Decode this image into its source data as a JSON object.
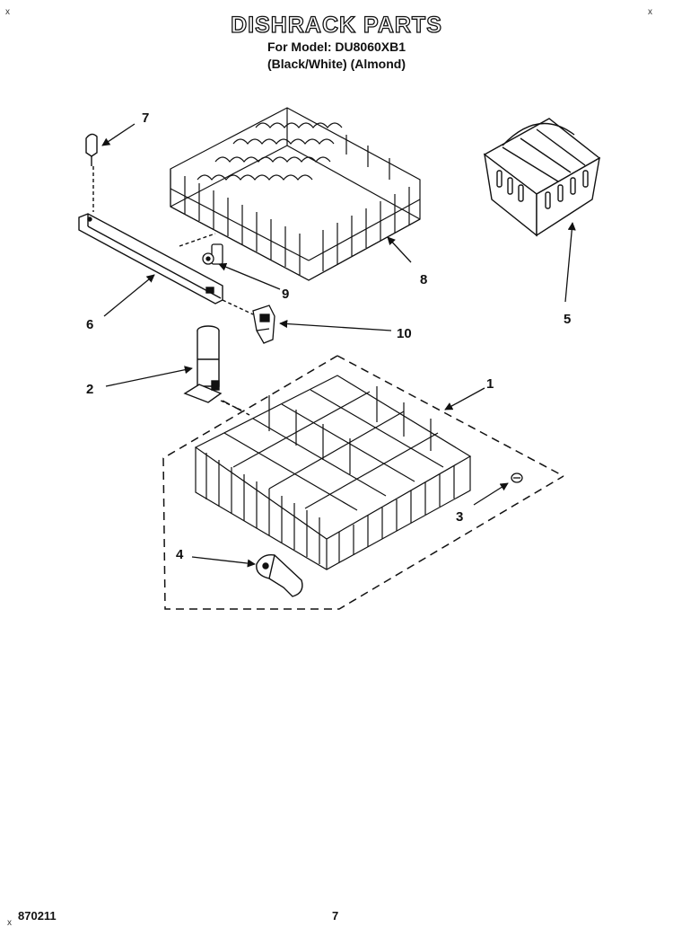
{
  "header": {
    "title": "DISHRACK PARTS",
    "model_line": "For Model: DU8060XB1",
    "variant_line": "(Black/White) (Almond)"
  },
  "corner_marks": {
    "left": "x",
    "right": "x"
  },
  "callouts": {
    "p1": "1",
    "p2": "2",
    "p3": "3",
    "p4": "4",
    "p5": "5",
    "p6": "6",
    "p7": "7",
    "p8": "8",
    "p9": "9",
    "p10": "10"
  },
  "footer": {
    "doc_number": "870211",
    "page_number": "7",
    "mark": "x"
  }
}
